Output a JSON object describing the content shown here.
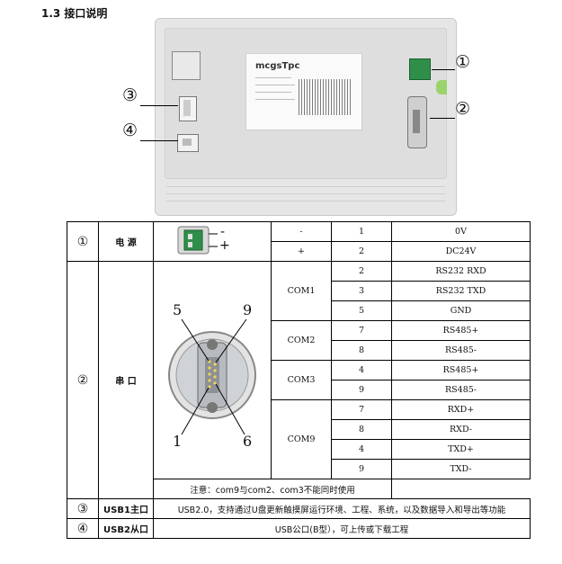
{
  "heading": "1.3 接口说明",
  "device": {
    "logo": "mcgsTpc",
    "callouts": [
      "①",
      "②",
      "③",
      "④"
    ]
  },
  "power_pins": {
    "minus": "-",
    "plus": "+"
  },
  "db9_pins": [
    "5",
    "9",
    "1",
    "6"
  ],
  "rows": [
    {
      "num": "①",
      "name": "电  源"
    },
    {
      "num": "②",
      "name": "串  口"
    },
    {
      "num": "③",
      "name": "USB1主口",
      "desc": "USB2.0，支持通过U盘更新触摸屏运行环境、工程、系统，以及数据导入和导出等功能"
    },
    {
      "num": "④",
      "name": "USB2从口",
      "desc": "USB公口(B型），可上传或下载工程"
    }
  ],
  "power_table": [
    {
      "signal": "-",
      "pin": "1",
      "desc": "0V"
    },
    {
      "signal": "+",
      "pin": "2",
      "desc": "DC24V"
    }
  ],
  "com_groups": [
    {
      "name": "COM1",
      "rows": [
        {
          "pin": "2",
          "desc": "RS232 RXD"
        },
        {
          "pin": "3",
          "desc": "RS232 TXD"
        },
        {
          "pin": "5",
          "desc": "GND"
        }
      ]
    },
    {
      "name": "COM2",
      "rows": [
        {
          "pin": "7",
          "desc": "RS485+"
        },
        {
          "pin": "8",
          "desc": "RS485-"
        }
      ]
    },
    {
      "name": "COM3",
      "rows": [
        {
          "pin": "4",
          "desc": "RS485+"
        },
        {
          "pin": "9",
          "desc": "RS485-"
        }
      ]
    },
    {
      "name": "COM9",
      "rows": [
        {
          "pin": "7",
          "desc": "RXD+"
        },
        {
          "pin": "8",
          "desc": "RXD-"
        },
        {
          "pin": "4",
          "desc": "TXD+"
        },
        {
          "pin": "9",
          "desc": "TXD-"
        }
      ]
    }
  ],
  "note": "注意：com9与com2、com3不能同时使用"
}
